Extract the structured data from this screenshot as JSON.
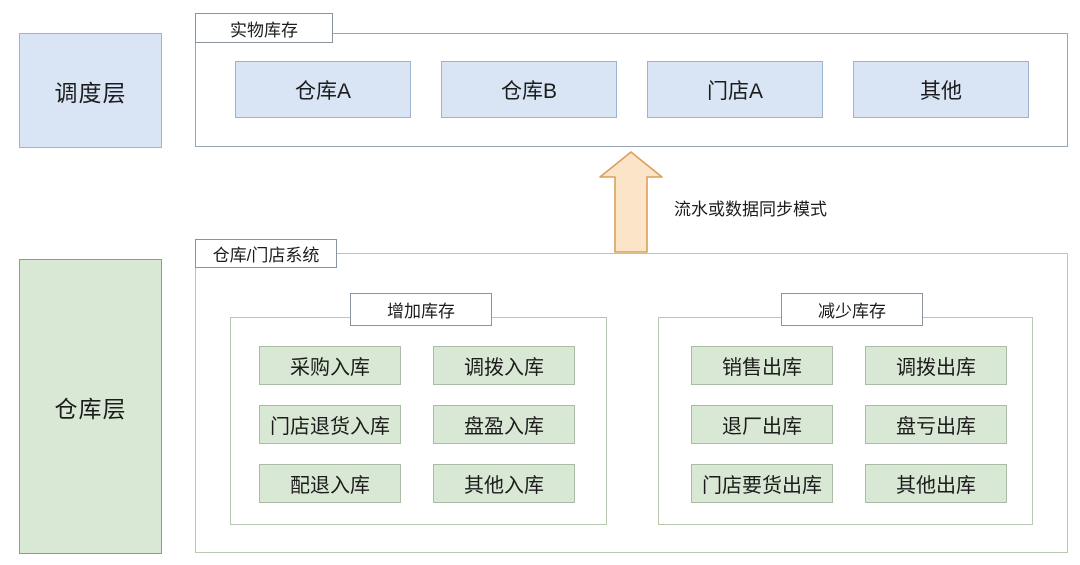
{
  "colors": {
    "blue_fill": "#d9e5f5",
    "blue_border": "#9db4cc",
    "top_container_border": "#9aa7b8",
    "green_fill": "#d9e8d4",
    "green_item_border": "#a9bda4",
    "warehouse_layer_border": "#8aa084",
    "green_container_border": "#b8c8b0",
    "label_border": "#8a94a0",
    "arrow_fill": "#fbe4c8",
    "arrow_stroke": "#d9a05b",
    "text": "#1c1c1c"
  },
  "left_column": {
    "scheduling_layer": "调度层",
    "warehouse_layer": "仓库层"
  },
  "physical_inventory": {
    "title": "实物库存",
    "nodes": [
      "仓库A",
      "仓库B",
      "门店A",
      "其他"
    ]
  },
  "sync": {
    "arrow_label": "流水或数据同步模式"
  },
  "warehouse_store_system": {
    "title": "仓库/门店系统",
    "increase_group": {
      "title": "增加库存",
      "items": [
        "采购入库",
        "调拨入库",
        "门店退货入库",
        "盘盈入库",
        "配退入库",
        "其他入库"
      ]
    },
    "decrease_group": {
      "title": "减少库存",
      "items": [
        "销售出库",
        "调拨出库",
        "退厂出库",
        "盘亏出库",
        "门店要货出库",
        "其他出库"
      ]
    }
  }
}
